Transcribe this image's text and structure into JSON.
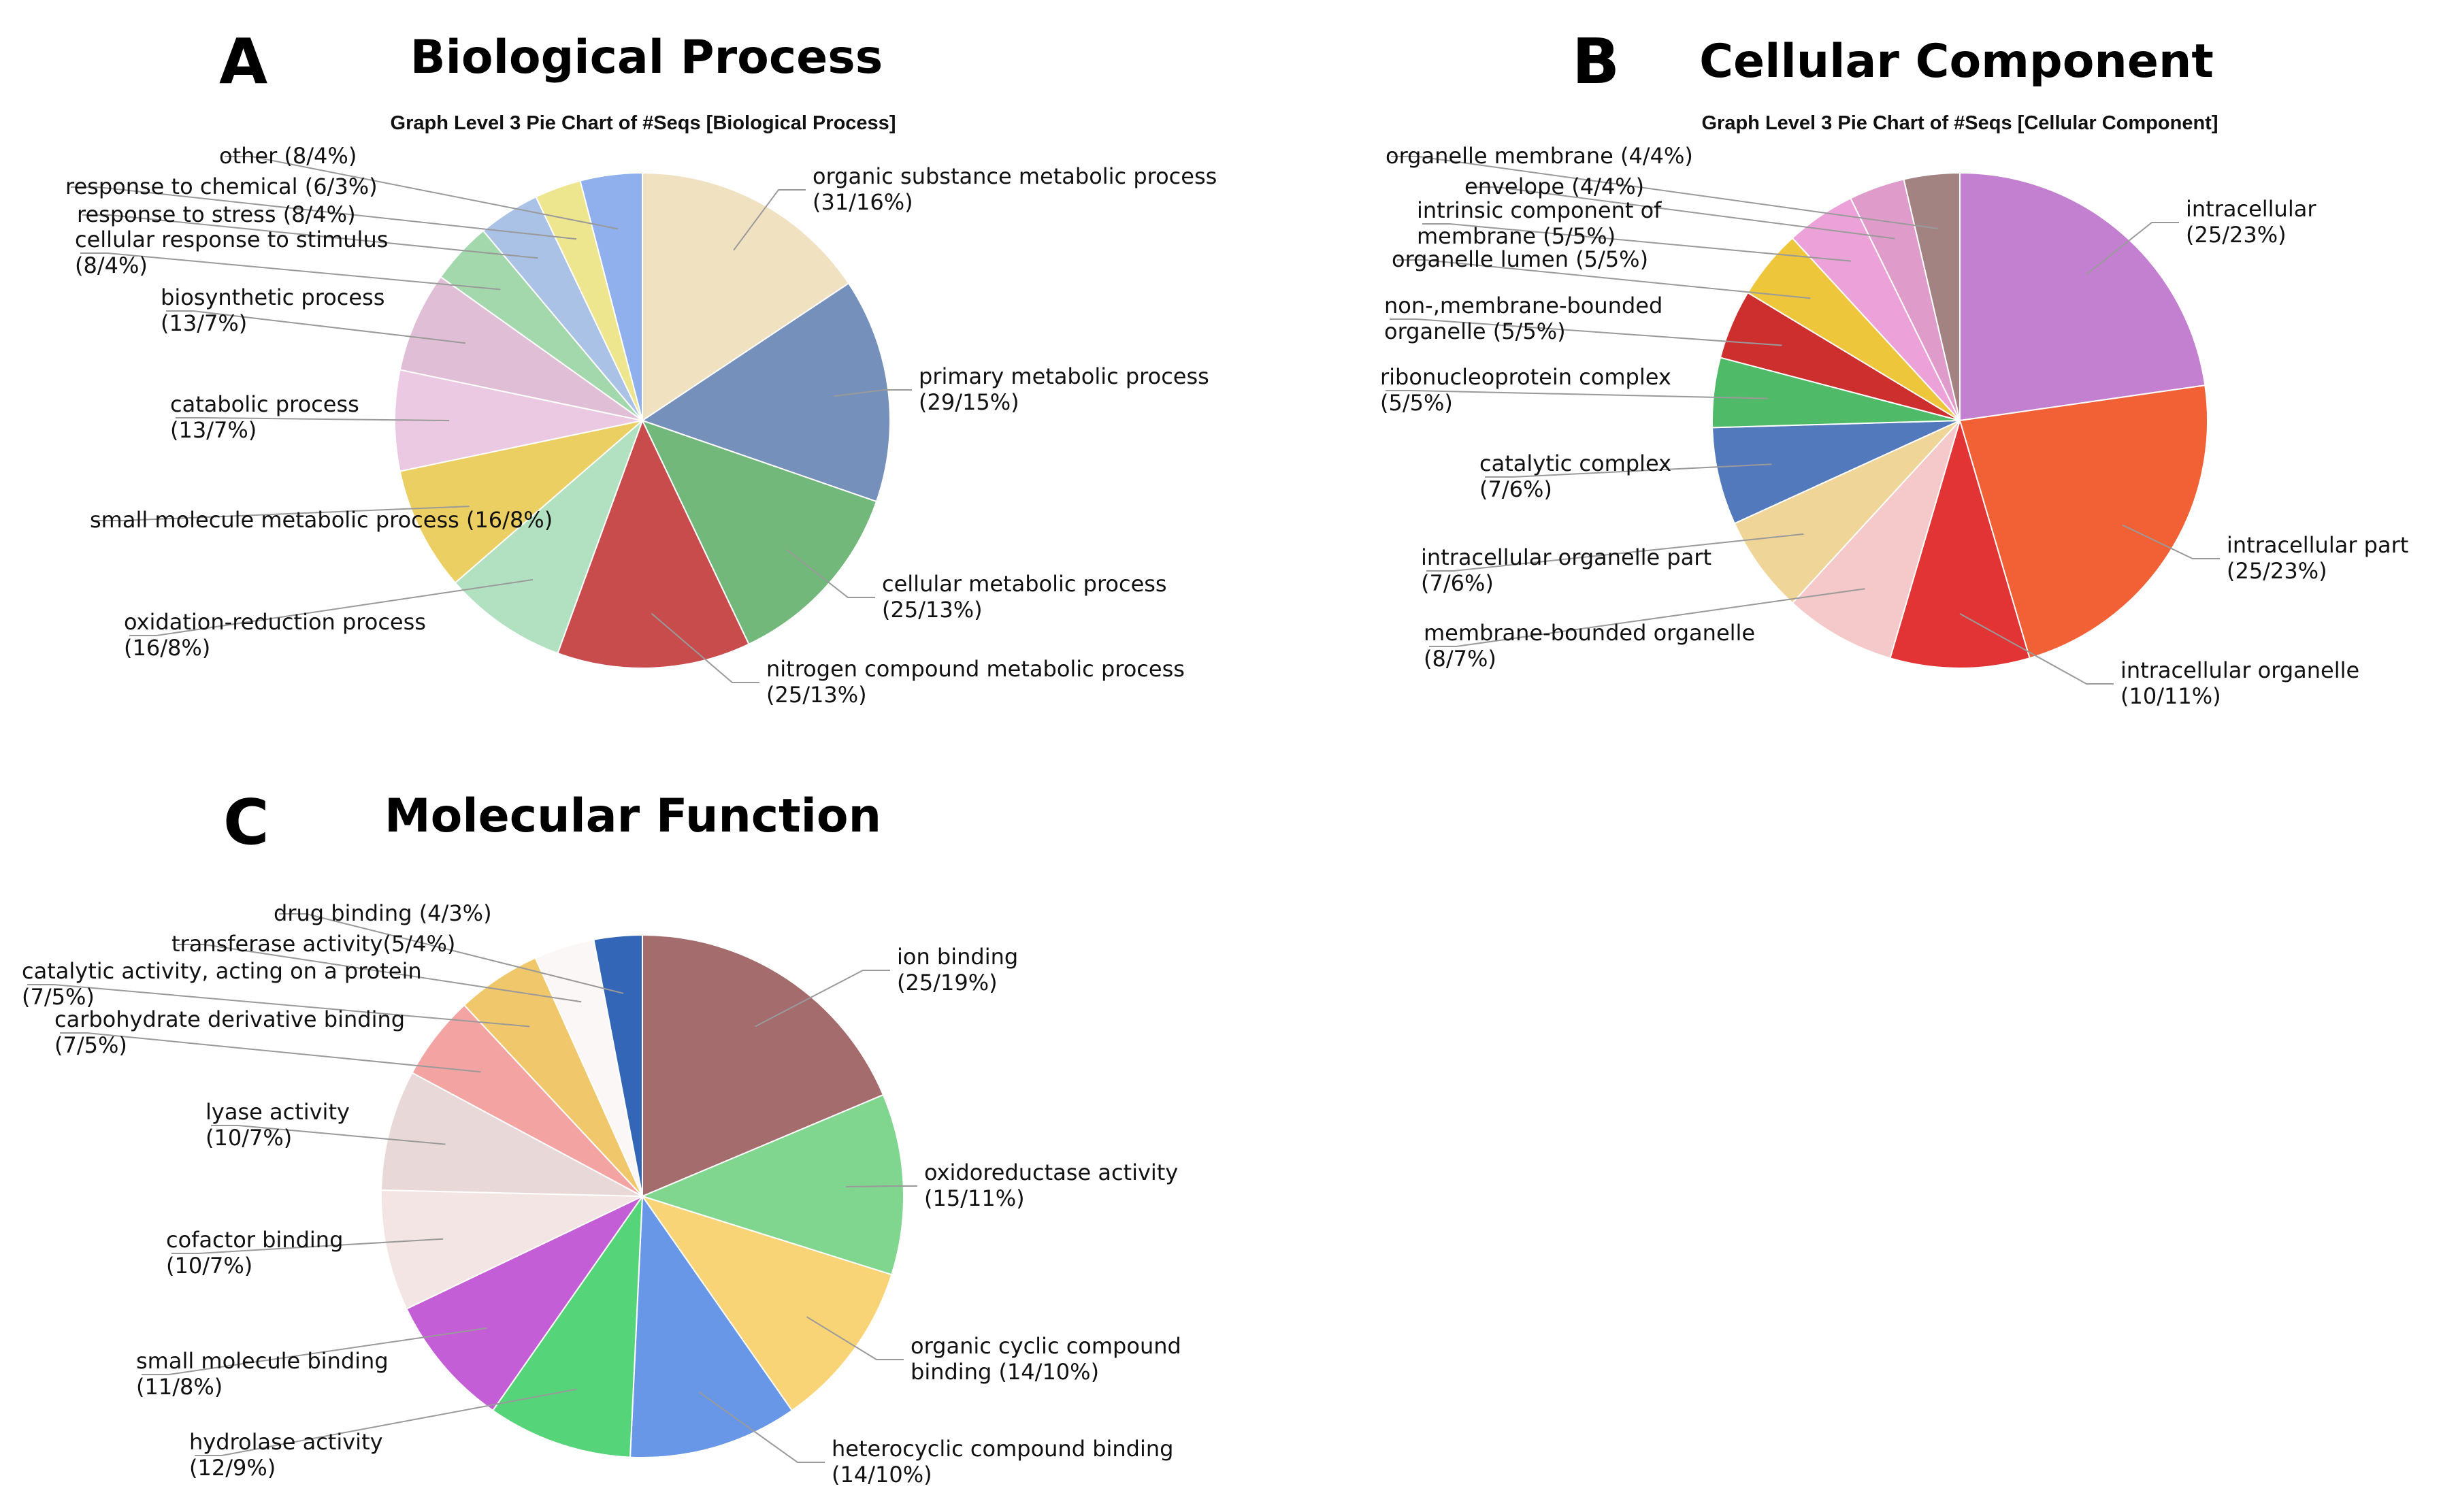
{
  "chart_data": [
    {
      "type": "pie",
      "panel_letter": "A",
      "title": "Biological Process",
      "subtitle": "Graph Level 3 Pie Chart of #Seqs [Biological Process]",
      "slices": [
        {
          "label": "organic substance metabolic process",
          "value_text": "(31/16%)",
          "value": 31,
          "color": "#f0e1c0"
        },
        {
          "label": "primary metabolic process",
          "value_text": "(29/15%)",
          "value": 29,
          "color": "#7590ba"
        },
        {
          "label": "cellular metabolic process",
          "value_text": "(25/13%)",
          "value": 25,
          "color": "#72b87b"
        },
        {
          "label": "nitrogen compound metabolic process",
          "value_text": "(25/13%)",
          "value": 25,
          "color": "#c94c4c"
        },
        {
          "label": "oxidation-reduction process",
          "value_text": "(16/8%)",
          "value": 16,
          "color": "#b1e1c0"
        },
        {
          "label": "small molecule metabolic process (16/8%)",
          "value_text": "",
          "value": 16,
          "color": "#ebcf62"
        },
        {
          "label": "catabolic process",
          "value_text": "(13/7%)",
          "value": 13,
          "color": "#ebc9e2"
        },
        {
          "label": "biosynthetic process",
          "value_text": "(13/7%)",
          "value": 13,
          "color": "#e0bfd6"
        },
        {
          "label": "cellular response to stimulus",
          "value_text": "(8/4%)",
          "value": 8,
          "color": "#a3d8ad"
        },
        {
          "label": "response to stress (8/4%)",
          "value_text": "",
          "value": 8,
          "color": "#a9c2e6"
        },
        {
          "label": "response to chemical (6/3%)",
          "value_text": "",
          "value": 6,
          "color": "#eee68e"
        },
        {
          "label": "other (8/4%)",
          "value_text": "",
          "value": 8,
          "color": "#8fb0ec"
        }
      ]
    },
    {
      "type": "pie",
      "panel_letter": "B",
      "title": "Cellular Component",
      "subtitle": "Graph Level 3 Pie Chart of #Seqs [Cellular Component]",
      "slices": [
        {
          "label": "intracellular",
          "value_text": "(25/23%)",
          "value": 25,
          "color": "#c480d0"
        },
        {
          "label": "intracellular part",
          "value_text": "(25/23%)",
          "value": 25,
          "color": "#f26036"
        },
        {
          "label": "intracellular organelle",
          "value_text": "(10/11%)",
          "value": 10,
          "color": "#e23434"
        },
        {
          "label": "membrane-bounded organelle",
          "value_text": "(8/7%)",
          "value": 8,
          "color": "#f5c9c9"
        },
        {
          "label": "intracellular organelle part",
          "value_text": "(7/6%)",
          "value": 7,
          "color": "#efd597"
        },
        {
          "label": "catalytic complex",
          "value_text": "(7/6%)",
          "value": 7,
          "color": "#5279bb"
        },
        {
          "label": "ribonucleoprotein complex",
          "value_text": "(5/5%)",
          "value": 5,
          "color": "#4fba68"
        },
        {
          "label": "non-,membrane-bounded",
          "value_text": "organelle (5/5%)",
          "value": 5,
          "color": "#cd2e2e"
        },
        {
          "label": "organelle lumen (5/5%)",
          "value_text": "",
          "value": 5,
          "color": "#edc63b"
        },
        {
          "label": "intrinsic component of",
          "value_text": "membrane (5/5%)",
          "value": 5,
          "color": "#eca2d8"
        },
        {
          "label": "envelope (4/4%)",
          "value_text": "",
          "value": 4,
          "color": "#df9ccb"
        },
        {
          "label": "organelle membrane (4/4%)",
          "value_text": "",
          "value": 4,
          "color": "#a38282"
        }
      ]
    },
    {
      "type": "pie",
      "panel_letter": "C",
      "title": "Molecular Function",
      "subtitle": "",
      "slices": [
        {
          "label": "ion binding",
          "value_text": "(25/19%)",
          "value": 25,
          "color": "#a46c6c"
        },
        {
          "label": "oxidoreductase activity",
          "value_text": "(15/11%)",
          "value": 15,
          "color": "#80d68f"
        },
        {
          "label": "organic cyclic compound",
          "value_text": "binding (14/10%)",
          "value": 14,
          "color": "#f8d477"
        },
        {
          "label": "heterocyclic compound binding",
          "value_text": "(14/10%)",
          "value": 14,
          "color": "#6897e8"
        },
        {
          "label": "hydrolase activity",
          "value_text": "(12/9%)",
          "value": 12,
          "color": "#56d47a"
        },
        {
          "label": "small molecule binding",
          "value_text": "(11/8%)",
          "value": 11,
          "color": "#c35ed6"
        },
        {
          "label": "cofactor binding",
          "value_text": "(10/7%)",
          "value": 10,
          "color": "#f3e5e3"
        },
        {
          "label": "lyase activity",
          "value_text": "(10/7%)",
          "value": 10,
          "color": "#e8d8d8"
        },
        {
          "label": "carbohydrate derivative binding",
          "value_text": "(7/5%)",
          "value": 7,
          "color": "#f4a3a3"
        },
        {
          "label": "catalytic activity, acting on a protein",
          "value_text": "(7/5%)",
          "value": 7,
          "color": "#f0c86b"
        },
        {
          "label": "transferase activity(5/4%)",
          "value_text": "",
          "value": 5,
          "color": "#fbf7f7"
        },
        {
          "label": "drug binding (4/3%)",
          "value_text": "",
          "value": 4,
          "color": "#3466b8"
        }
      ]
    }
  ]
}
